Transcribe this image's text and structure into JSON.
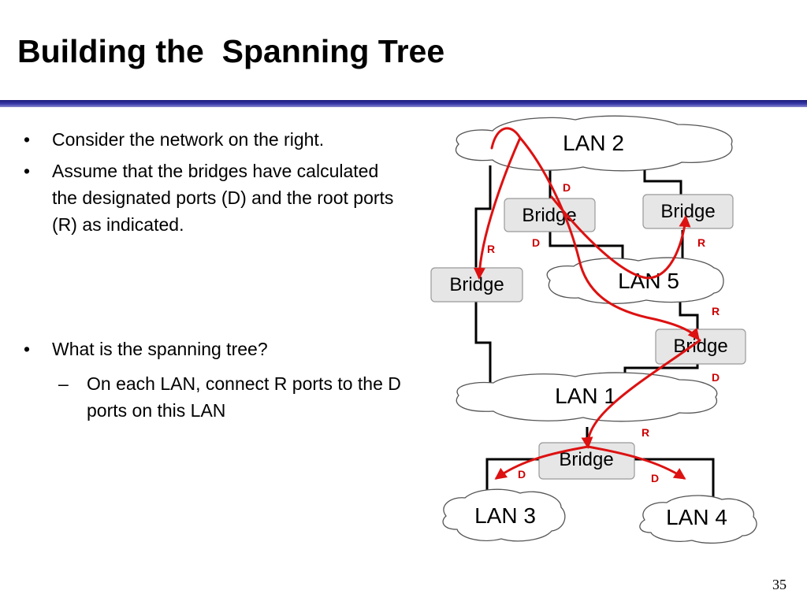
{
  "slide": {
    "title": "Building the  Spanning Tree",
    "page_number": "35"
  },
  "bullets": {
    "item1": "Consider the network on the right.",
    "item2": "Assume that the bridges have calculated the designated ports (D) and the root ports (R) as indicated.",
    "item3": "What is the spanning tree?",
    "sub1": "On each LAN, connect R ports to the D ports on this LAN",
    "bullet_glyph": "•",
    "sub_glyph": "–"
  },
  "diagram": {
    "lans": {
      "lan2": "LAN 2",
      "lan5": "LAN 5",
      "lan1": "LAN 1",
      "lan3": "LAN 3",
      "lan4": "LAN 4"
    },
    "bridges": {
      "b_top_mid": "Bridge",
      "b_top_right": "Bridge",
      "b_left": "Bridge",
      "b_mid_right": "Bridge",
      "b_bottom": "Bridge"
    },
    "ports": {
      "p_top_mid_up": "D",
      "p_top_mid_down": "D",
      "p_top_right_down": "R",
      "p_left": "R",
      "p_mid_right_up": "R",
      "p_mid_right_down": "D",
      "p_bottom_up": "R",
      "p_bottom_left": "D",
      "p_bottom_right": "D"
    },
    "colors": {
      "path": "#dd1111",
      "port_label": "#cc0000",
      "bridge_fill": "#e6e6e6",
      "title_rule": "#2a2a9a"
    }
  }
}
